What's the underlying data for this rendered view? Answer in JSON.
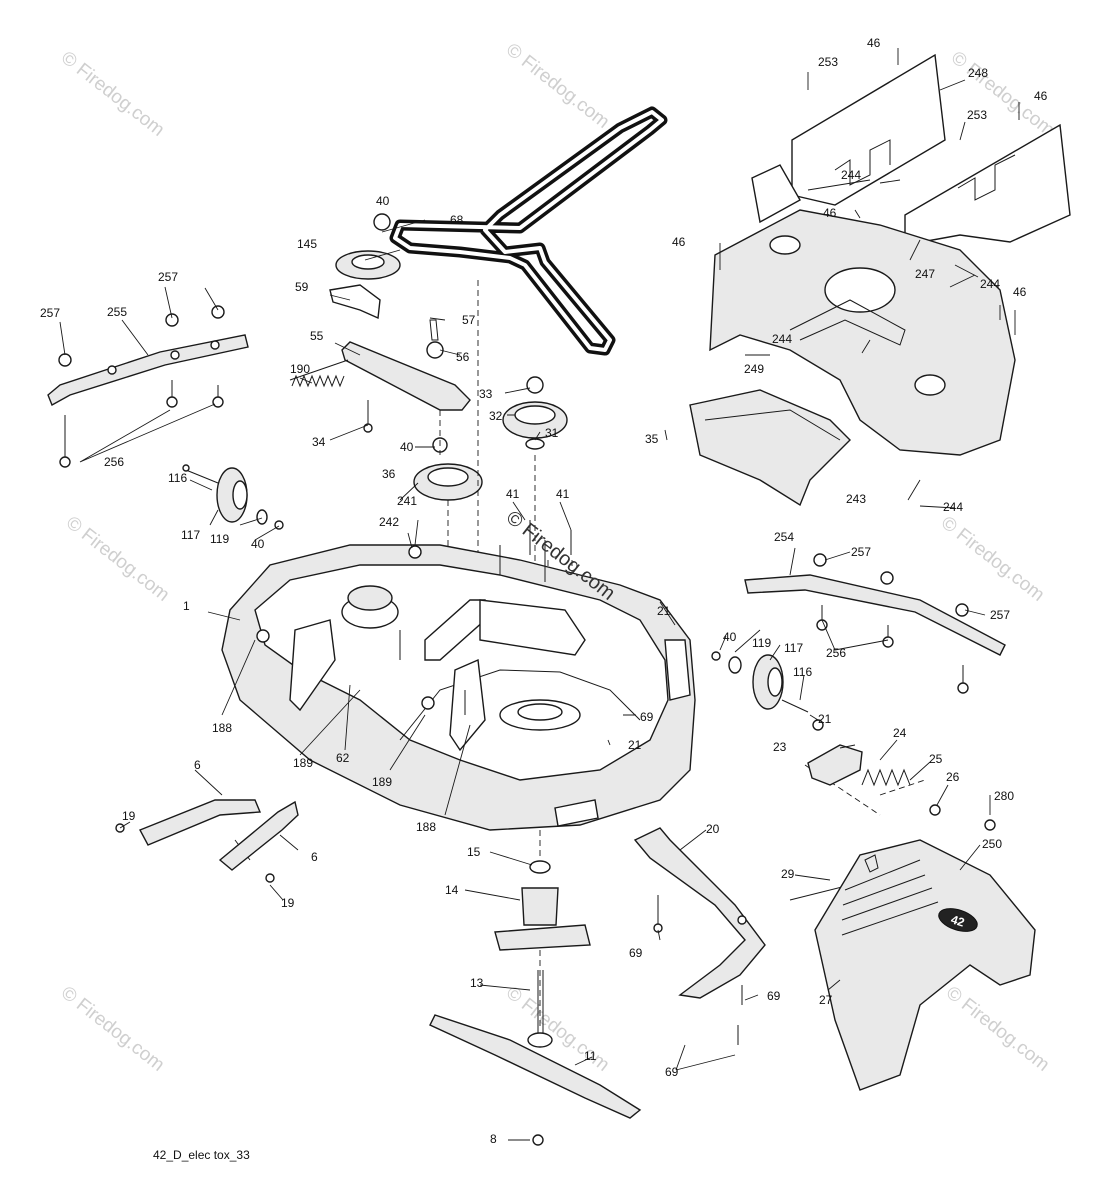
{
  "watermark": "© Firedog.com",
  "center_watermark": "© Firedog.com",
  "footer_code": "42_D_elec tox_33",
  "deck_badge": "42",
  "callouts": [
    {
      "id": "c46a",
      "text": "46"
    },
    {
      "id": "c253a",
      "text": "253"
    },
    {
      "id": "c248",
      "text": "248"
    },
    {
      "id": "c46b",
      "text": "46"
    },
    {
      "id": "c253b",
      "text": "253"
    },
    {
      "id": "c244a",
      "text": "244"
    },
    {
      "id": "c46c",
      "text": "46"
    },
    {
      "id": "c46d",
      "text": "46"
    },
    {
      "id": "c247",
      "text": "247"
    },
    {
      "id": "c244b",
      "text": "244"
    },
    {
      "id": "c46e",
      "text": "46"
    },
    {
      "id": "c244c",
      "text": "244"
    },
    {
      "id": "c249",
      "text": "249"
    },
    {
      "id": "c35",
      "text": "35"
    },
    {
      "id": "c243",
      "text": "243"
    },
    {
      "id": "c244d",
      "text": "244"
    },
    {
      "id": "c68",
      "text": "68"
    },
    {
      "id": "c40a",
      "text": "40"
    },
    {
      "id": "c145",
      "text": "145"
    },
    {
      "id": "c59",
      "text": "59"
    },
    {
      "id": "c57",
      "text": "57"
    },
    {
      "id": "c55",
      "text": "55"
    },
    {
      "id": "c56",
      "text": "56"
    },
    {
      "id": "c190",
      "text": "190"
    },
    {
      "id": "c33",
      "text": "33"
    },
    {
      "id": "c32",
      "text": "32"
    },
    {
      "id": "c34",
      "text": "34"
    },
    {
      "id": "c40b",
      "text": "40"
    },
    {
      "id": "c31",
      "text": "31"
    },
    {
      "id": "c36",
      "text": "36"
    },
    {
      "id": "c41a",
      "text": "41"
    },
    {
      "id": "c41b",
      "text": "41"
    },
    {
      "id": "c241",
      "text": "241"
    },
    {
      "id": "c242",
      "text": "242"
    },
    {
      "id": "c257a",
      "text": "257"
    },
    {
      "id": "c255",
      "text": "255"
    },
    {
      "id": "c257b",
      "text": "257"
    },
    {
      "id": "c256a",
      "text": "256"
    },
    {
      "id": "c116a",
      "text": "116"
    },
    {
      "id": "c117a",
      "text": "117"
    },
    {
      "id": "c119a",
      "text": "119"
    },
    {
      "id": "c40c",
      "text": "40"
    },
    {
      "id": "c1",
      "text": "1"
    },
    {
      "id": "c21a",
      "text": "21"
    },
    {
      "id": "c188a",
      "text": "188"
    },
    {
      "id": "c189a",
      "text": "189"
    },
    {
      "id": "c62",
      "text": "62"
    },
    {
      "id": "c189b",
      "text": "189"
    },
    {
      "id": "c188b",
      "text": "188"
    },
    {
      "id": "c69a",
      "text": "69"
    },
    {
      "id": "c21b",
      "text": "21"
    },
    {
      "id": "c254",
      "text": "254"
    },
    {
      "id": "c257c",
      "text": "257"
    },
    {
      "id": "c257d",
      "text": "257"
    },
    {
      "id": "c40d",
      "text": "40"
    },
    {
      "id": "c119b",
      "text": "119"
    },
    {
      "id": "c117b",
      "text": "117"
    },
    {
      "id": "c256b",
      "text": "256"
    },
    {
      "id": "c116b",
      "text": "116"
    },
    {
      "id": "c21c",
      "text": "21"
    },
    {
      "id": "c23",
      "text": "23"
    },
    {
      "id": "c24",
      "text": "24"
    },
    {
      "id": "c25",
      "text": "25"
    },
    {
      "id": "c26",
      "text": "26"
    },
    {
      "id": "c280",
      "text": "280"
    },
    {
      "id": "c250",
      "text": "250"
    },
    {
      "id": "c29",
      "text": "29"
    },
    {
      "id": "c20",
      "text": "20"
    },
    {
      "id": "c6a",
      "text": "6"
    },
    {
      "id": "c19a",
      "text": "19"
    },
    {
      "id": "c6b",
      "text": "6"
    },
    {
      "id": "c19b",
      "text": "19"
    },
    {
      "id": "c15",
      "text": "15"
    },
    {
      "id": "c14",
      "text": "14"
    },
    {
      "id": "c69b",
      "text": "69"
    },
    {
      "id": "c13",
      "text": "13"
    },
    {
      "id": "c69c",
      "text": "69"
    },
    {
      "id": "c69d",
      "text": "69"
    },
    {
      "id": "c11",
      "text": "11"
    },
    {
      "id": "c8",
      "text": "8"
    },
    {
      "id": "c27",
      "text": "27"
    }
  ]
}
